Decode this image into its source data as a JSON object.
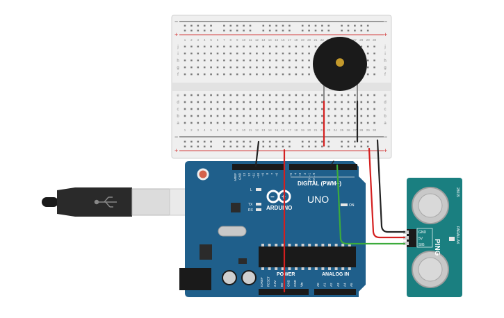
{
  "colors": {
    "board": "#1f5f8b",
    "board_edge": "#17496b",
    "breadboard": "#eeeeee",
    "wire_red": "#d41f1f",
    "wire_black": "#222222",
    "wire_green": "#3cab3c",
    "sensor": "#1a7f80",
    "buzzer": "#1a1a1a",
    "rail_red": "#d33c3c",
    "rail_blue": "#3b4fd6"
  },
  "arduino": {
    "brand": "ARDUINO",
    "model": "UNO",
    "digital_label": "DIGITAL (PWM~)",
    "analog_label": "ANALOG IN",
    "power_label": "POWER",
    "on_label": "ON",
    "led_l": "L",
    "led_tx": "TX",
    "led_rx": "RX",
    "top_pins": [
      "AREF",
      "GND",
      "13",
      "12",
      "~11",
      "~10",
      "~9",
      "8",
      "7",
      "~6",
      "~5",
      "4",
      "~3",
      "2",
      "TX→1",
      "RX←0"
    ],
    "power_pins": [
      "IOREF",
      "RESET",
      "3.3V",
      "5V",
      "GND",
      "GND",
      "Vin"
    ],
    "analog_pins": [
      "A0",
      "A1",
      "A2",
      "A3",
      "A4",
      "A5"
    ]
  },
  "breadboard": {
    "row_letters_top": [
      "j",
      "i",
      "h",
      "g",
      "f"
    ],
    "row_letters_bottom": [
      "e",
      "d",
      "c",
      "b",
      "a"
    ],
    "columns": [
      "1",
      "2",
      "3",
      "4",
      "5",
      "6",
      "7",
      "8",
      "9",
      "10",
      "11",
      "12",
      "13",
      "14",
      "15",
      "16",
      "17",
      "18",
      "19",
      "20",
      "21",
      "22",
      "23",
      "24",
      "25",
      "26",
      "27",
      "28",
      "29",
      "30"
    ],
    "rail_plus": "+",
    "rail_minus": "−"
  },
  "sensor": {
    "name": "PING",
    "model": "28015",
    "brand": "PARALLAX",
    "pins": [
      "GND",
      "5V",
      "SIG"
    ]
  }
}
